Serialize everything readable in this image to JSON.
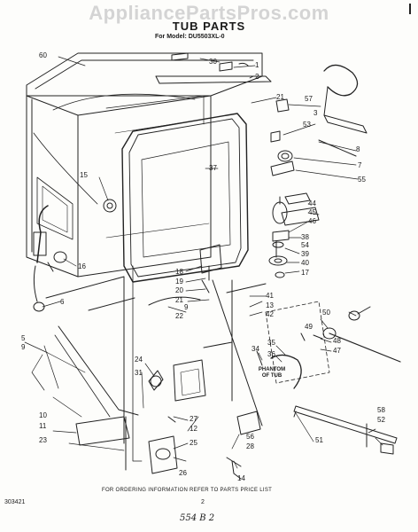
{
  "watermark": "AppliancePartsPros.com",
  "header": {
    "title": "TUB PARTS",
    "model": "For Model: DU5503XL-0"
  },
  "callouts": {
    "c1": "1",
    "c2": "2",
    "c3": "3",
    "c5": "5",
    "c6": "6",
    "c7": "7",
    "c8": "8",
    "c9a": "9",
    "c9b": "9",
    "c10": "10",
    "c11": "11",
    "c12": "12",
    "c13": "13",
    "c14": "14",
    "c15": "15",
    "c16": "16",
    "c17": "17",
    "c18": "18",
    "c19": "19",
    "c20": "20",
    "c21a": "21",
    "c21b": "21",
    "c22": "22",
    "c23": "23",
    "c24": "24",
    "c25": "25",
    "c26": "26",
    "c27": "27",
    "c28": "28",
    "c30": "30",
    "c31": "31",
    "c34": "34",
    "c35": "35",
    "c36": "36",
    "c37": "37",
    "c38": "38",
    "c39": "39",
    "c40": "40",
    "c41": "41",
    "c42": "42",
    "c44": "44",
    "c45": "45",
    "c46": "46",
    "c47": "47",
    "c48": "48",
    "c49": "49",
    "c50": "50",
    "c51": "51",
    "c52": "52",
    "c53": "53",
    "c54": "54",
    "c55": "55",
    "c56": "56",
    "c57": "57",
    "c58": "58",
    "c60": "60"
  },
  "phantom_note": "PHANTOM OF TUB",
  "footer": {
    "ordering": "FOR ORDERING INFORMATION REFER TO PARTS PRICE LIST",
    "part_number": "303421",
    "page": "2",
    "handwritten": "554 B 2"
  }
}
